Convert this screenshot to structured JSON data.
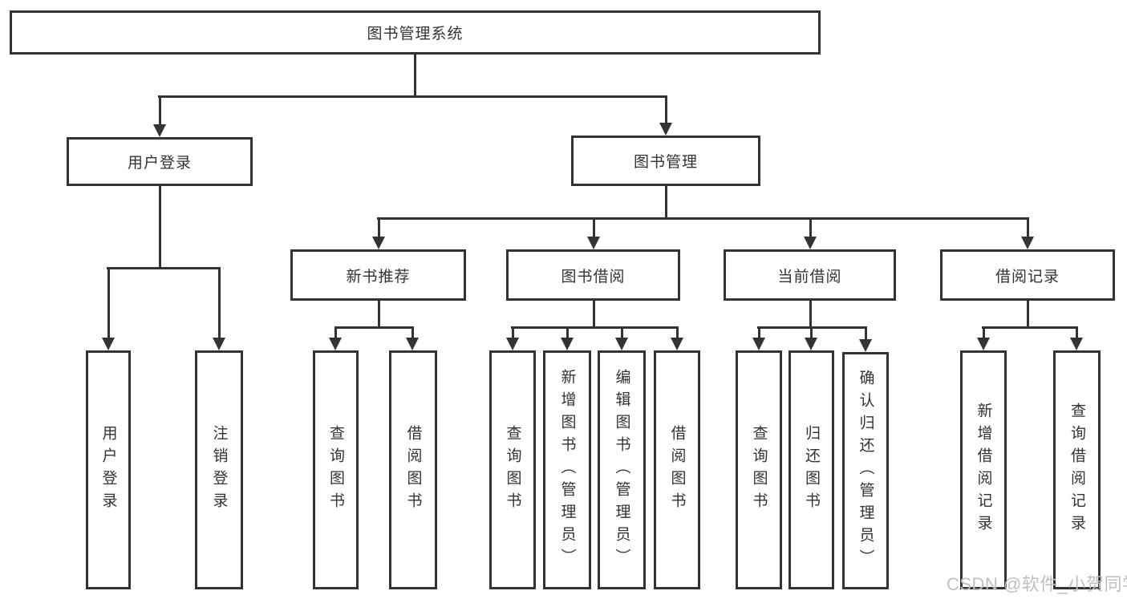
{
  "tree": {
    "root": {
      "label": "图书管理系统"
    },
    "children": [
      {
        "label": "用户登录",
        "children": [
          {
            "label": "用户登录"
          },
          {
            "label": "注销登录"
          }
        ]
      },
      {
        "label": "图书管理",
        "children": [
          {
            "label": "新书推荐",
            "children": [
              {
                "label": "查询图书"
              },
              {
                "label": "借阅图书"
              }
            ]
          },
          {
            "label": "图书借阅",
            "children": [
              {
                "label": "查询图书"
              },
              {
                "label": "新增图书（管理员）"
              },
              {
                "label": "编辑图书（管理员）"
              },
              {
                "label": "借阅图书"
              }
            ]
          },
          {
            "label": "当前借阅",
            "children": [
              {
                "label": "查询图书"
              },
              {
                "label": "归还图书"
              },
              {
                "label": "确认归还（管理员）"
              }
            ]
          },
          {
            "label": "借阅记录",
            "children": [
              {
                "label": "新增借阅记录"
              },
              {
                "label": "查询借阅记录"
              }
            ]
          }
        ]
      }
    ]
  },
  "watermark": {
    "text": "CSDN @软件_小贺同学"
  },
  "colors": {
    "line": "#333333",
    "text": "#333333",
    "watermark": "#bcc0c5",
    "background": "#ffffff"
  }
}
